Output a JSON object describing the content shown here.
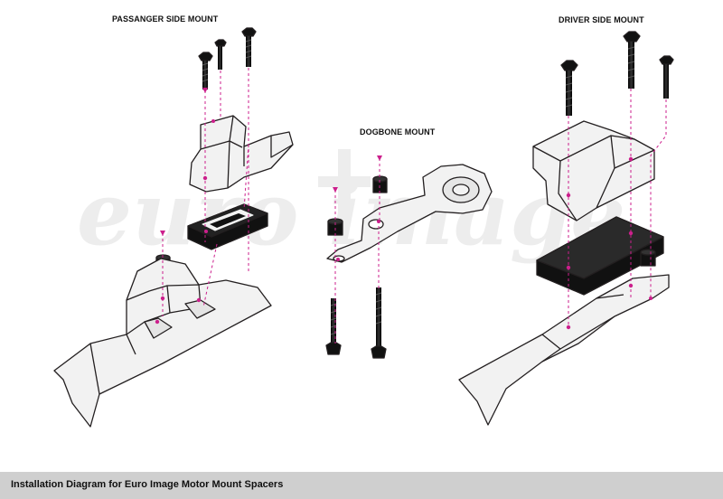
{
  "labels": {
    "passenger": "PASSANGER SIDE MOUNT",
    "dogbone": "DOGBONE MOUNT",
    "driver": "DRIVER SIDE MOUNT"
  },
  "watermark": "euro image",
  "footer": "Installation Diagram for Euro Image Motor Mount Spacers",
  "colors": {
    "part_fill": "#f2f2f2",
    "outline": "#231f20",
    "spacer": "#111111",
    "guide": "#cc1f8c",
    "footer_bg": "#cfcfcf"
  }
}
